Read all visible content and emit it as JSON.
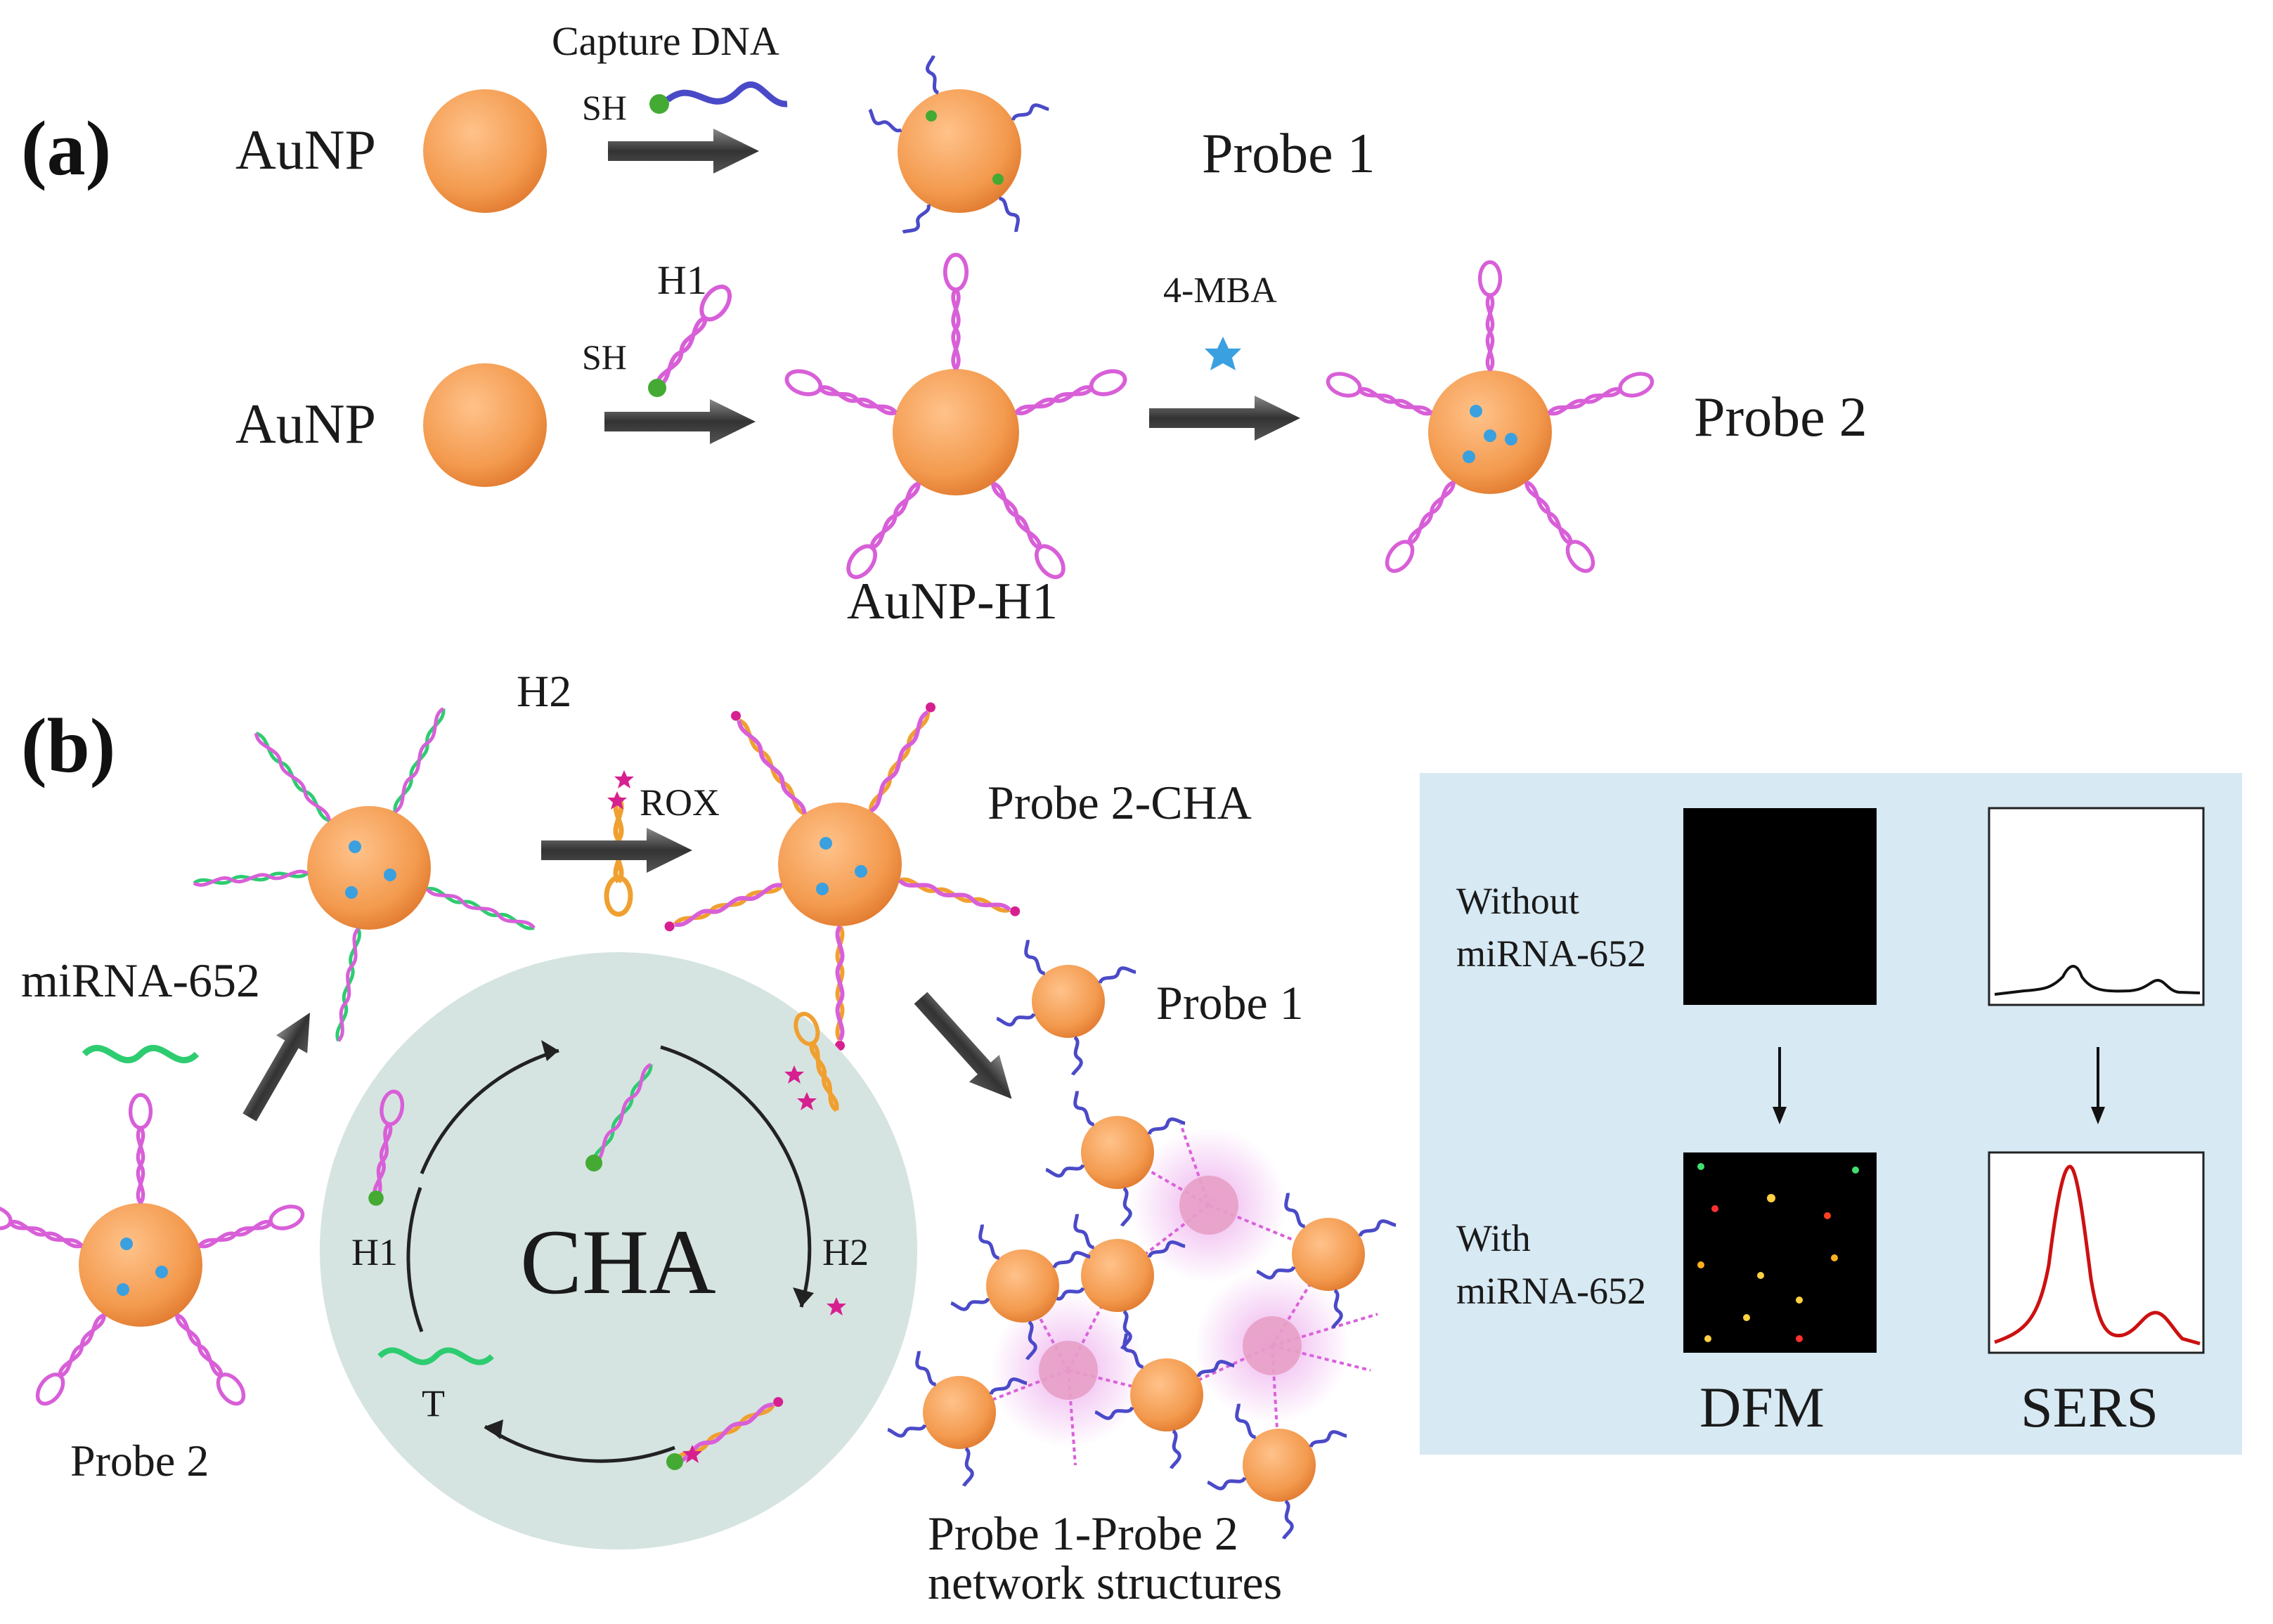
{
  "panel_a": {
    "letter": "(a)",
    "row1": {
      "reactant": "AuNP",
      "reagent_label": "Capture DNA",
      "thiol_label": "SH",
      "product": "Probe 1"
    },
    "row2": {
      "reactant": "AuNP",
      "reagent_label": "H1",
      "thiol_label": "SH",
      "intermediate": "AuNP-H1",
      "modifier_label": "4-MBA",
      "product": "Probe 2"
    }
  },
  "panel_b": {
    "letter": "(b)",
    "h2_label": "H2",
    "rox_label": "ROX",
    "probe2_cha": "Probe 2-CHA",
    "mirna_label": "miRNA-652",
    "probe1_label": "Probe 1",
    "probe2_label": "Probe 2",
    "network_line1": "Probe 1-Probe 2",
    "network_line2": "network structures",
    "cycle": {
      "title": "CHA",
      "h1": "H1",
      "h2": "H2",
      "t": "T"
    },
    "readout": {
      "without_line1": "Without",
      "without_line2": "miRNA-652",
      "with_line1": "With",
      "with_line2": "miRNA-652",
      "dfm_label": "DFM",
      "sers_label": "SERS"
    }
  },
  "colors": {
    "nanoparticle": "#f4a261",
    "nanoparticle_dark": "#e07a2e",
    "h1_strand": "#d85fd8",
    "h2_strand": "#f0a030",
    "capture_dna": "#4a4ac8",
    "mirna": "#2ecc71",
    "mba": "#3aa0e0",
    "anchor": "#44aa33",
    "cycle_bg": "#d6e4e1",
    "readout_bg": "#d7e9f3",
    "sers_line": "#cc1111",
    "rox": "#d62090"
  }
}
